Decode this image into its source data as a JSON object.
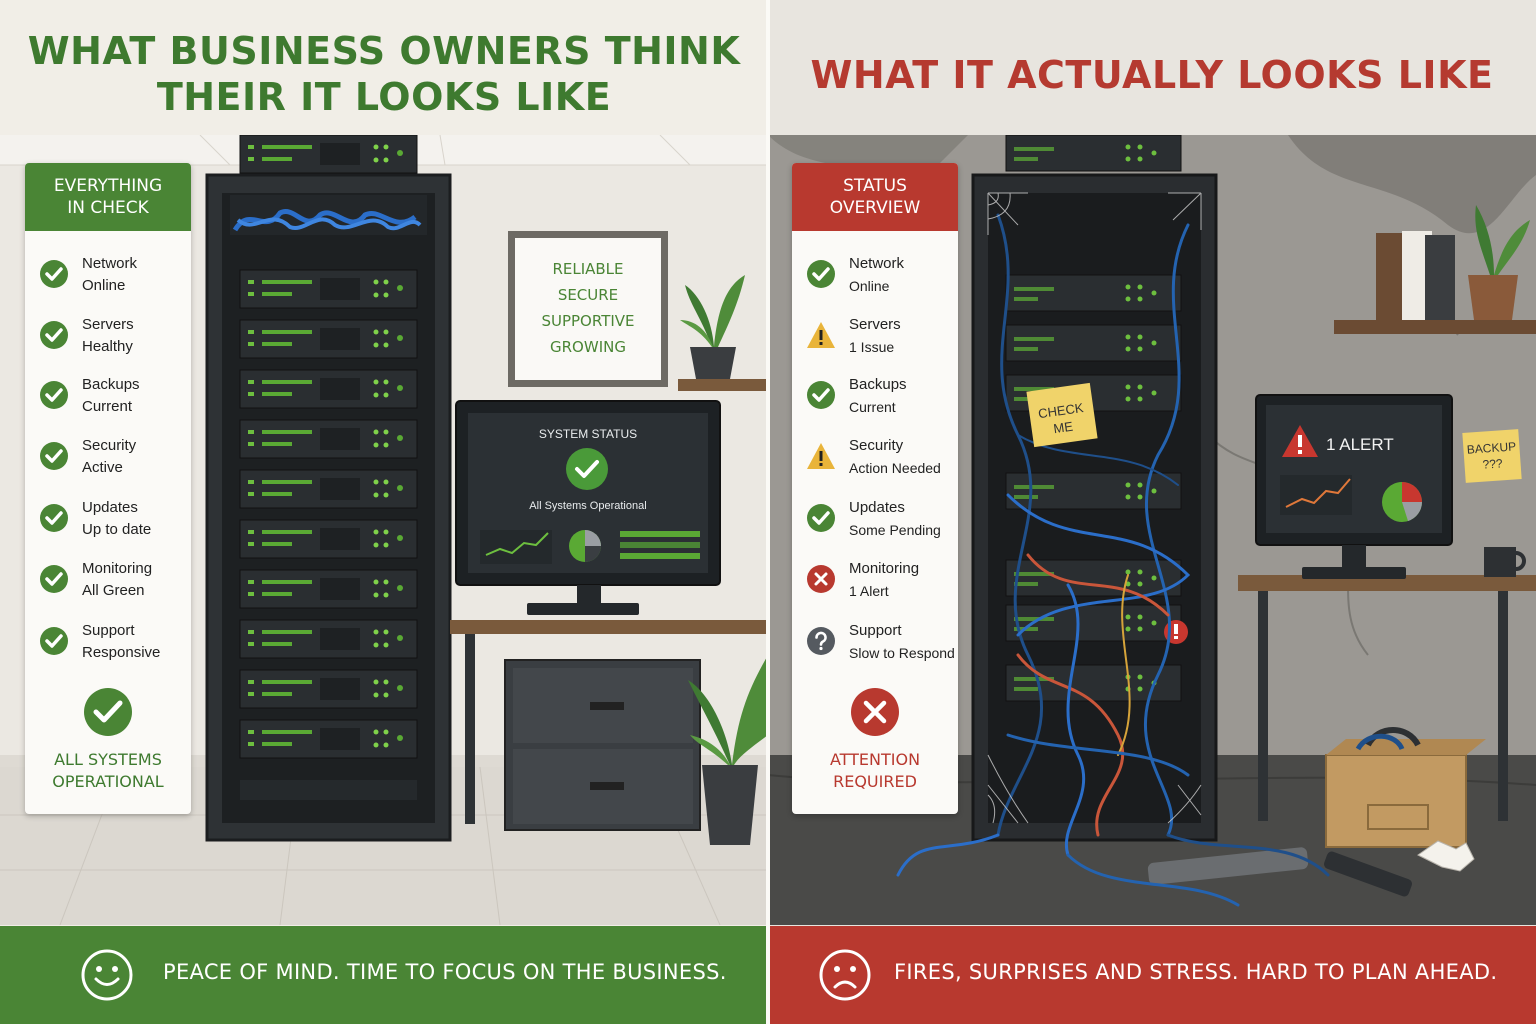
{
  "left": {
    "headline": [
      "WHAT BUSINESS OWNERS THINK",
      "THEIR IT LOOKS LIKE"
    ],
    "card": {
      "title": [
        "EVERYTHING",
        "IN CHECK"
      ],
      "items": [
        {
          "label": "Network",
          "status": "Online",
          "icon": "check-icon"
        },
        {
          "label": "Servers",
          "status": "Healthy",
          "icon": "check-icon"
        },
        {
          "label": "Backups",
          "status": "Current",
          "icon": "check-icon"
        },
        {
          "label": "Security",
          "status": "Active",
          "icon": "check-icon"
        },
        {
          "label": "Updates",
          "status": "Up to date",
          "icon": "check-icon"
        },
        {
          "label": "Monitoring",
          "status": "All Green",
          "icon": "check-icon"
        },
        {
          "label": "Support",
          "status": "Responsive",
          "icon": "check-icon"
        }
      ],
      "footer": [
        "ALL SYSTEMS",
        "OPERATIONAL"
      ]
    },
    "wall_sign": [
      "RELIABLE",
      "SECURE",
      "SUPPORTIVE",
      "GROWING"
    ],
    "monitor": {
      "title": "SYSTEM STATUS",
      "message": "All Systems Operational"
    },
    "footer_text": "PEACE OF MIND. TIME TO FOCUS ON THE BUSINESS."
  },
  "right": {
    "headline": [
      "WHAT IT ACTUALLY LOOKS LIKE"
    ],
    "card": {
      "title": [
        "STATUS",
        "OVERVIEW"
      ],
      "items": [
        {
          "label": "Network",
          "status": "Online",
          "icon": "check-icon"
        },
        {
          "label": "Servers",
          "status": "1 Issue",
          "icon": "warning-icon"
        },
        {
          "label": "Backups",
          "status": "Current",
          "icon": "check-icon"
        },
        {
          "label": "Security",
          "status": "Action Needed",
          "icon": "warning-icon"
        },
        {
          "label": "Updates",
          "status": "Some Pending",
          "icon": "check-icon"
        },
        {
          "label": "Monitoring",
          "status": "1 Alert",
          "icon": "error-icon"
        },
        {
          "label": "Support",
          "status": "Slow to Respond",
          "icon": "question-icon"
        }
      ],
      "footer": [
        "ATTENTION",
        "REQUIRED"
      ]
    },
    "sticky_note": [
      "CHECK",
      "ME"
    ],
    "backup_note": [
      "BACKUP",
      "???"
    ],
    "monitor": {
      "alert": "1 ALERT"
    },
    "footer_text": "FIRES, SURPRISES AND STRESS. HARD TO PLAN AHEAD."
  },
  "colors": {
    "green": "#4a8535",
    "red": "#b8392f",
    "warning": "#e9b43a",
    "question": "#555a60"
  }
}
